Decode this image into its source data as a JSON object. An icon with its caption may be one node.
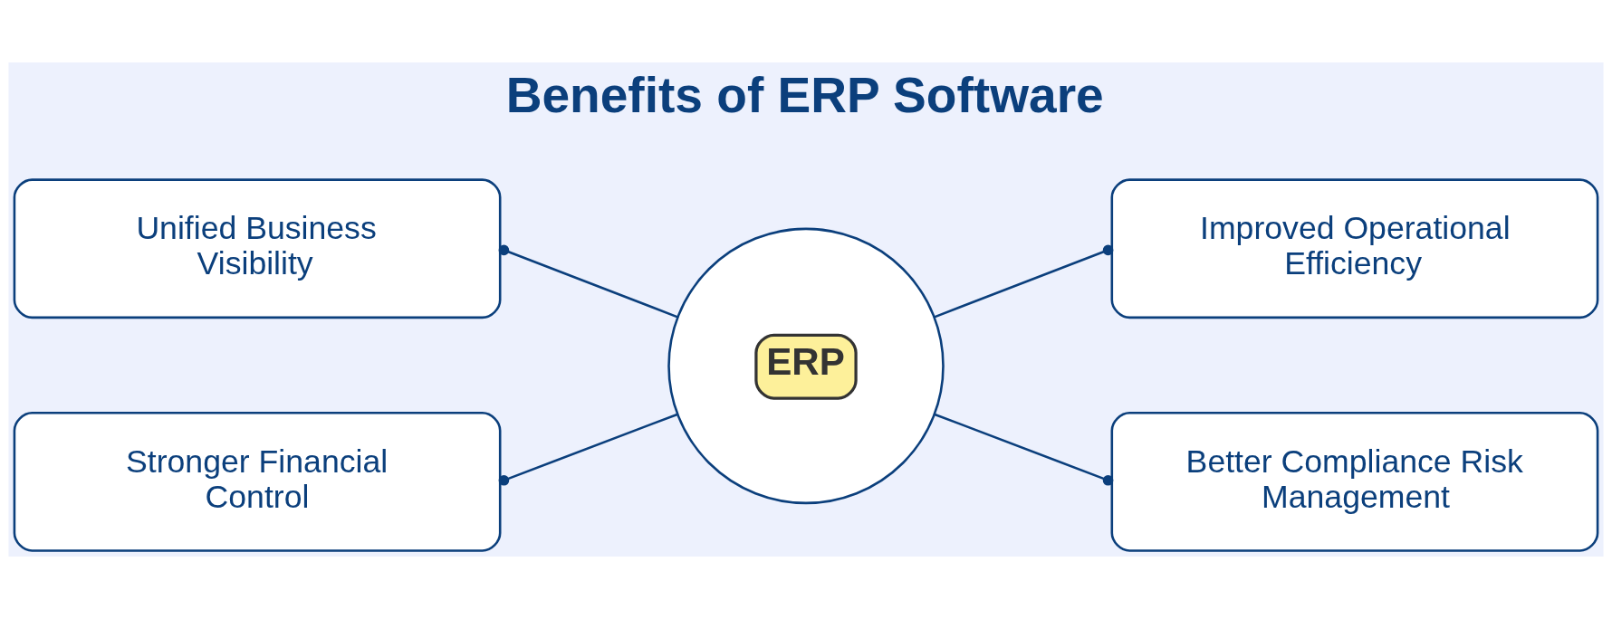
{
  "diagram": {
    "title": "Benefits of ERP Software",
    "nodes": [
      {
        "text": [
          "Unified Business Visibility"
        ]
      },
      {
        "text": [
          "ERP"
        ]
      },
      {
        "text": [
          "Improved Operational Efficiency"
        ]
      },
      {
        "text": [
          "Stronger Financial Control"
        ]
      },
      {
        "text": [
          "Better Compliance Risk Management"
        ]
      }
    ],
    "edges": [
      {
        "from": 1,
        "to": 0,
        "arrow": "other"
      },
      {
        "from": 1,
        "to": 2,
        "arrow": "other"
      },
      {
        "from": 1,
        "to": 3,
        "arrow": "other"
      },
      {
        "from": 1,
        "to": 4,
        "arrow": "other"
      }
    ]
  }
}
